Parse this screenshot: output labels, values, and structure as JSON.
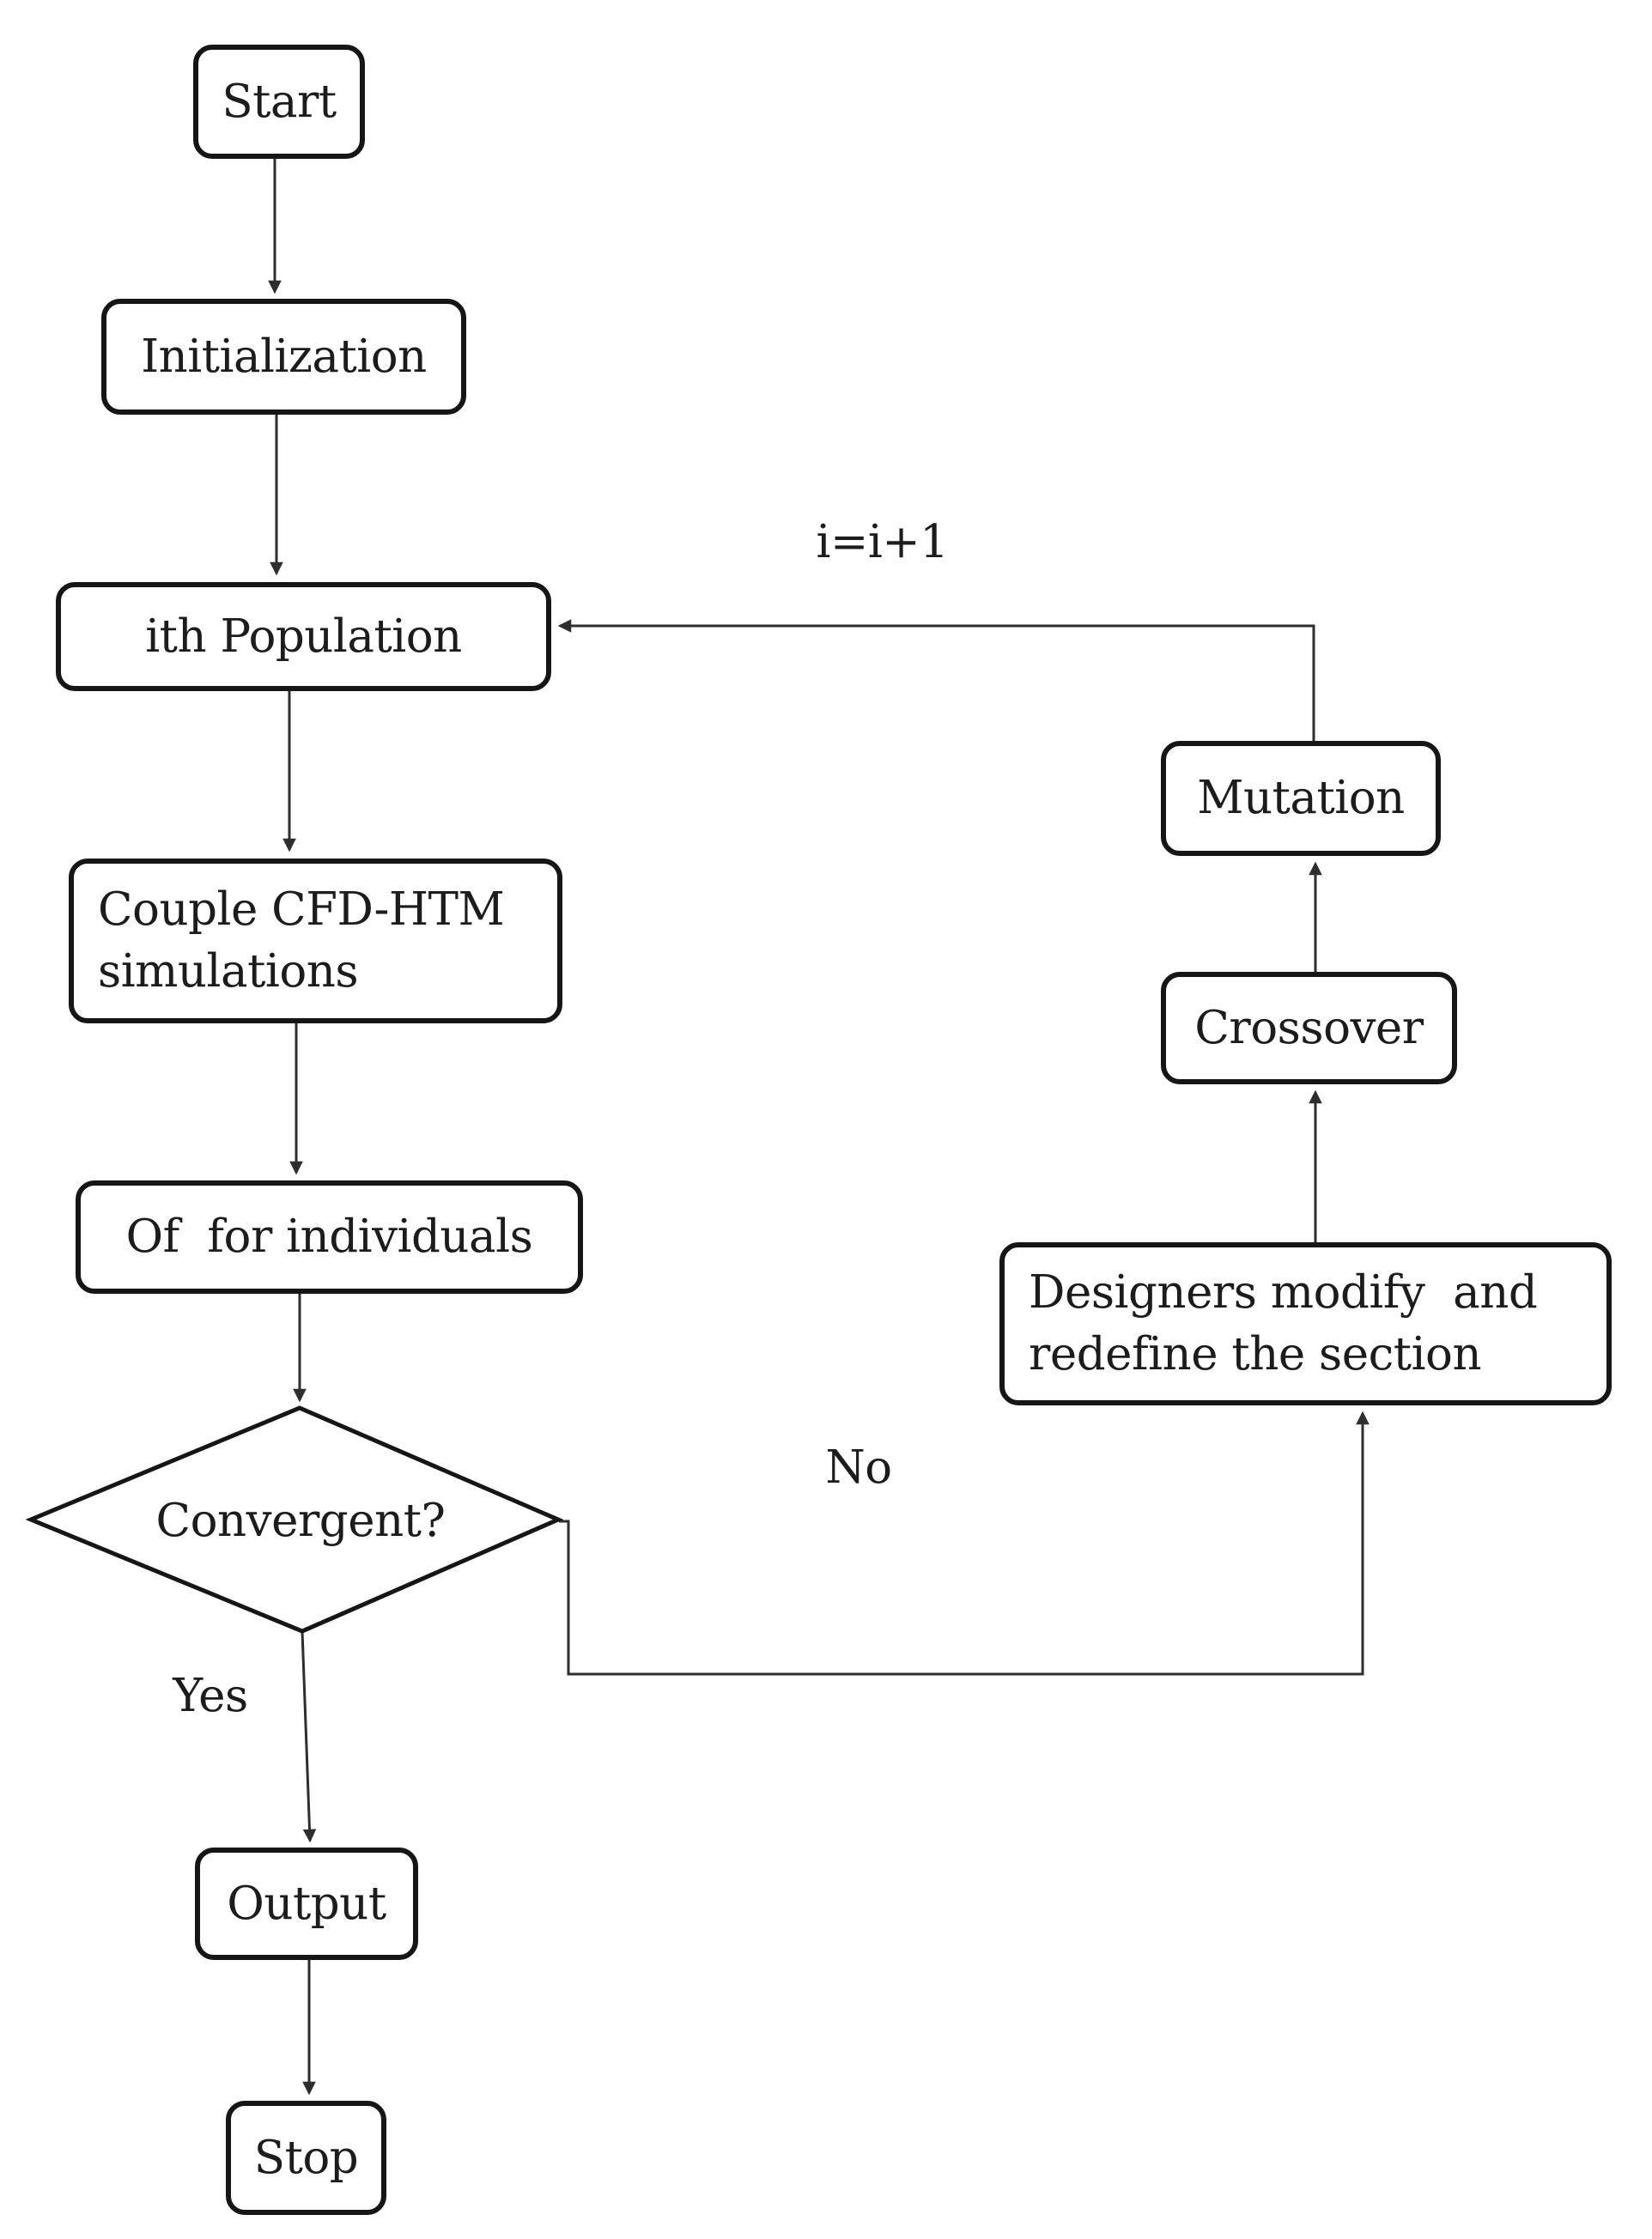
{
  "diagram": {
    "type": "flowchart",
    "colors": {
      "background": "#ffffff",
      "node_border": "#161616",
      "connector": "#2e2e2e",
      "text": "#1c1c1c"
    },
    "nodes": {
      "start": {
        "label": "Start",
        "type": "terminator"
      },
      "initialization": {
        "label": "Initialization",
        "type": "process"
      },
      "ith_population": {
        "label": "ith Population",
        "type": "process"
      },
      "couple_cfd_htm": {
        "label": "Couple CFD-HTM\nsimulations",
        "type": "process"
      },
      "of_for_individuals": {
        "label": "Of  for individuals",
        "type": "process"
      },
      "convergent": {
        "label": "Convergent?",
        "type": "decision"
      },
      "output": {
        "label": "Output",
        "type": "process"
      },
      "stop": {
        "label": "Stop",
        "type": "terminator"
      },
      "designers_modify": {
        "label": "Designers modify  and\nredefine the section",
        "type": "process"
      },
      "crossover": {
        "label": "Crossover",
        "type": "process"
      },
      "mutation": {
        "label": "Mutation",
        "type": "process"
      }
    },
    "edge_labels": {
      "yes": "Yes",
      "no": "No",
      "increment": "i=i+1"
    },
    "edges": [
      {
        "from": "start",
        "to": "initialization"
      },
      {
        "from": "initialization",
        "to": "ith_population"
      },
      {
        "from": "ith_population",
        "to": "couple_cfd_htm"
      },
      {
        "from": "couple_cfd_htm",
        "to": "of_for_individuals"
      },
      {
        "from": "of_for_individuals",
        "to": "convergent"
      },
      {
        "from": "convergent",
        "to": "output",
        "label": "Yes"
      },
      {
        "from": "output",
        "to": "stop"
      },
      {
        "from": "convergent",
        "to": "designers_modify",
        "label": "No"
      },
      {
        "from": "designers_modify",
        "to": "crossover"
      },
      {
        "from": "crossover",
        "to": "mutation"
      },
      {
        "from": "mutation",
        "to": "ith_population",
        "label": "i=i+1"
      }
    ]
  }
}
